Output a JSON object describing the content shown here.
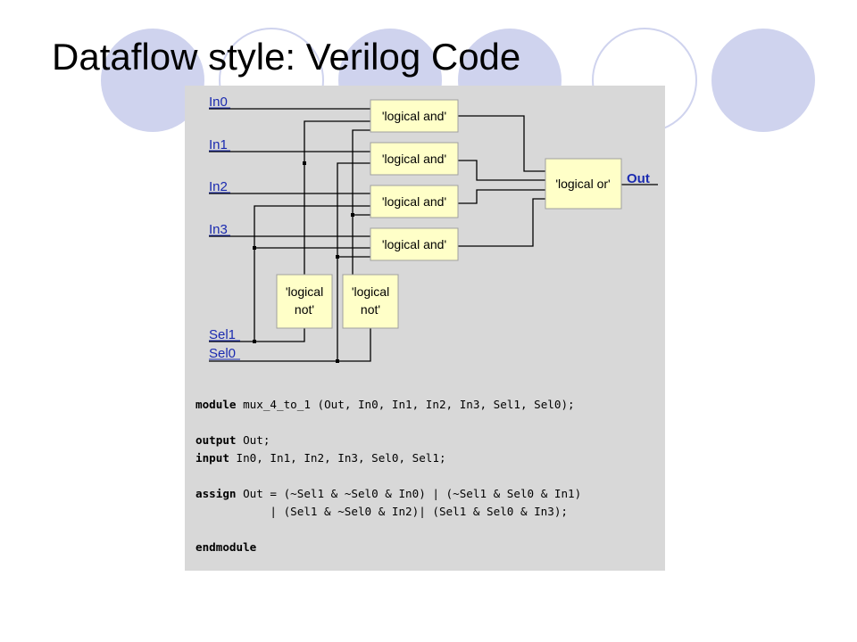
{
  "slide": {
    "title": "Dataflow style: Verilog Code",
    "accent_color": "#cfd3ee"
  },
  "diagram": {
    "inputs": [
      "In0",
      "In1",
      "In2",
      "In3",
      "Sel1",
      "Sel0"
    ],
    "output": "Out",
    "and_gates": [
      "'logical and'",
      "'logical and'",
      "'logical and'",
      "'logical and'"
    ],
    "or_gate": "'logical or'",
    "not_gates": [
      [
        "'logical",
        "not'"
      ],
      [
        "'logical",
        "not'"
      ]
    ],
    "colors": {
      "wire": "#000000",
      "gate_fill": "#ffffc8",
      "gate_border": "#a0a0a0",
      "pin_label": "#1a2ab0",
      "panel": "#d8d8d8"
    }
  },
  "code": {
    "lines": [
      {
        "kw": "module",
        "rest": " mux_4_to_1 (Out, In0, In1, In2, In3, Sel1, Sel0);"
      },
      {
        "kw": "",
        "rest": ""
      },
      {
        "kw": "output",
        "rest": " Out;"
      },
      {
        "kw": "input",
        "rest": " In0, In1, In2, In3, Sel0, Sel1;"
      },
      {
        "kw": "",
        "rest": ""
      },
      {
        "kw": "assign",
        "rest": " Out = (~Sel1 & ~Sel0 & In0) | (~Sel1 & Sel0 & In1)"
      },
      {
        "kw": "",
        "rest": "           | (Sel1 & ~Sel0 & In2)| (Sel1 & Sel0 & In3);"
      },
      {
        "kw": "",
        "rest": ""
      },
      {
        "kw": "endmodule",
        "rest": ""
      }
    ]
  }
}
